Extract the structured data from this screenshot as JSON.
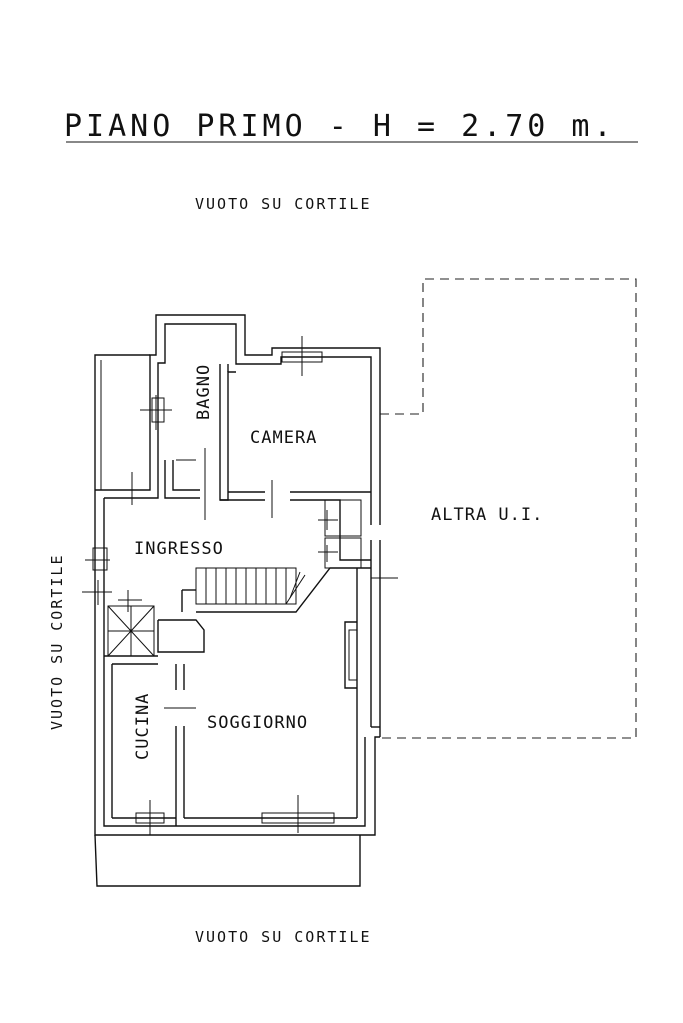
{
  "title": "PIANO PRIMO - H = 2.70 m.",
  "surroundings": {
    "top": "VUOTO SU CORTILE",
    "left": "VUOTO SU CORTILE",
    "bottom": "VUOTO SU CORTILE"
  },
  "rooms": {
    "bagno": "BAGNO",
    "camera": "CAMERA",
    "ingresso": "INGRESSO",
    "cucina": "CUCINA",
    "soggiorno": "SOGGIORNO",
    "altra_ui": "ALTRA U.I."
  }
}
